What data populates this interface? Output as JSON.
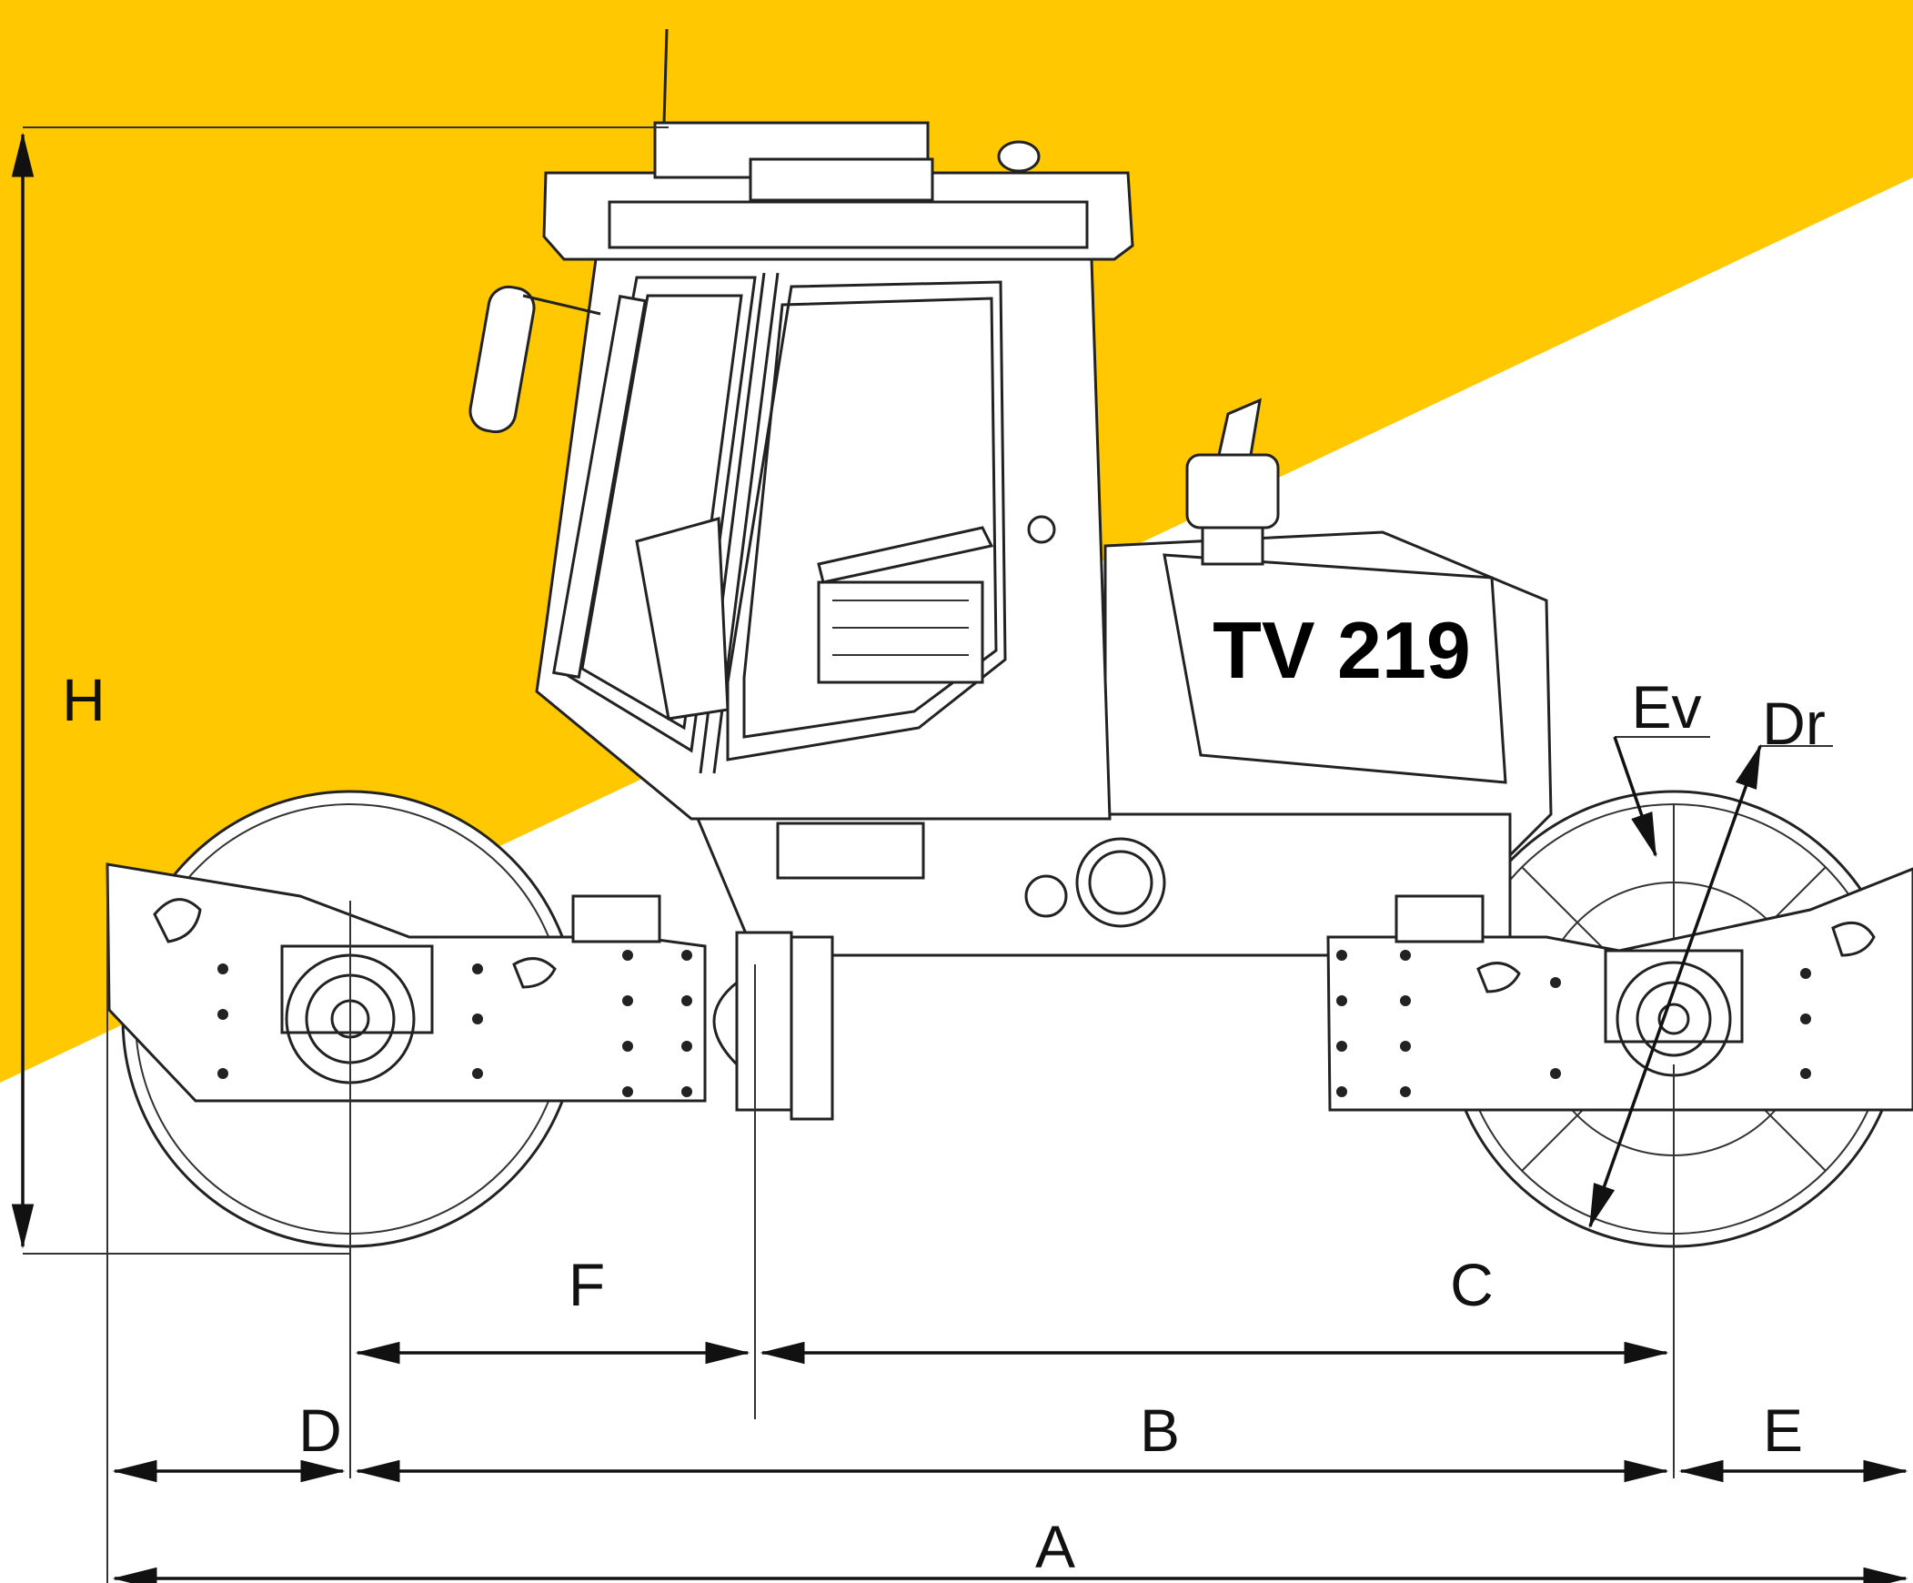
{
  "colors": {
    "accent_yellow": "#FFC800",
    "background": "#FFFFFF",
    "line": "#222222"
  },
  "model": "TV 219",
  "dimension_labels": {
    "overall_length": "A",
    "wheelbase": "B",
    "rear_to_articulation": "C",
    "front_overhang": "D",
    "rear_overhang": "E",
    "front_to_articulation": "F",
    "height": "H",
    "drum_edge": "Ev",
    "drum_diameter": "Dr"
  }
}
